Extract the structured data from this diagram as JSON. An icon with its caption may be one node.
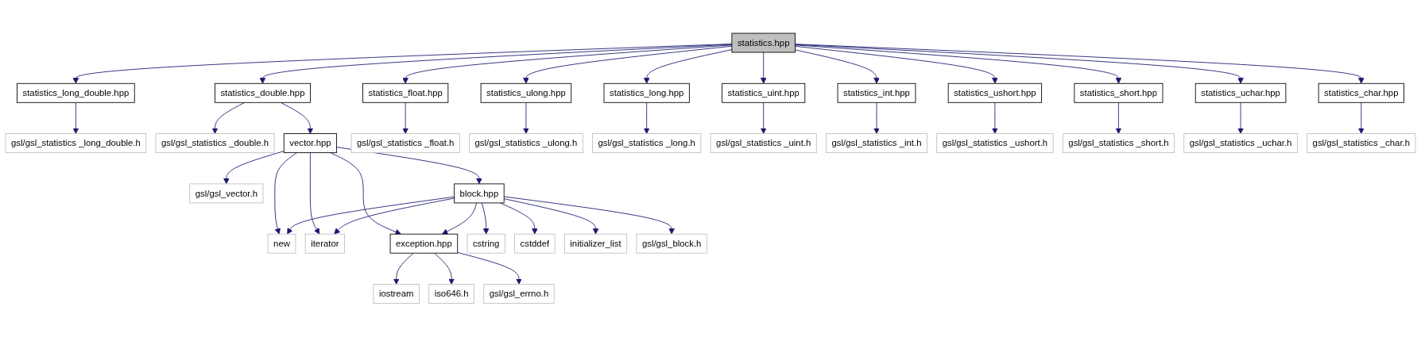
{
  "diagram": {
    "nodes": [
      {
        "text": [
          "statistics.hpp"
        ]
      },
      {
        "text": [
          "statistics_long_double.hpp"
        ]
      },
      {
        "text": [
          "statistics_double.hpp"
        ]
      },
      {
        "text": [
          "statistics_float.hpp"
        ]
      },
      {
        "text": [
          "statistics_ulong.hpp"
        ]
      },
      {
        "text": [
          "statistics_long.hpp"
        ]
      },
      {
        "text": [
          "statistics_uint.hpp"
        ]
      },
      {
        "text": [
          "statistics_int.hpp"
        ]
      },
      {
        "text": [
          "statistics_ushort.hpp"
        ]
      },
      {
        "text": [
          "statistics_short.hpp"
        ]
      },
      {
        "text": [
          "statistics_uchar.hpp"
        ]
      },
      {
        "text": [
          "statistics_char.hpp"
        ]
      },
      {
        "text": [
          "gsl/gsl_statistics _long_double.h"
        ]
      },
      {
        "text": [
          "gsl/gsl_statistics _double.h"
        ]
      },
      {
        "text": [
          "vector.hpp"
        ]
      },
      {
        "text": [
          "gsl/gsl_statistics _float.h"
        ]
      },
      {
        "text": [
          "gsl/gsl_statistics _ulong.h"
        ]
      },
      {
        "text": [
          "gsl/gsl_statistics _long.h"
        ]
      },
      {
        "text": [
          "gsl/gsl_statistics _uint.h"
        ]
      },
      {
        "text": [
          "gsl/gsl_statistics _int.h"
        ]
      },
      {
        "text": [
          "gsl/gsl_statistics _ushort.h"
        ]
      },
      {
        "text": [
          "gsl/gsl_statistics _short.h"
        ]
      },
      {
        "text": [
          "gsl/gsl_statistics _uchar.h"
        ]
      },
      {
        "text": [
          "gsl/gsl_statistics _char.h"
        ]
      },
      {
        "text": [
          "gsl/gsl_vector.h"
        ]
      },
      {
        "text": [
          "block.hpp"
        ]
      },
      {
        "text": [
          "new"
        ]
      },
      {
        "text": [
          "iterator"
        ]
      },
      {
        "text": [
          "exception.hpp"
        ]
      },
      {
        "text": [
          "cstring"
        ]
      },
      {
        "text": [
          "cstddef"
        ]
      },
      {
        "text": [
          "initializer_list"
        ]
      },
      {
        "text": [
          "gsl/gsl_block.h"
        ]
      },
      {
        "text": [
          "iostream"
        ]
      },
      {
        "text": [
          "iso646.h"
        ]
      },
      {
        "text": [
          "gsl/gsl_errno.h"
        ]
      }
    ],
    "edges": [
      {
        "from": 0,
        "to": 1,
        "arrow": "to"
      },
      {
        "from": 0,
        "to": 2,
        "arrow": "to"
      },
      {
        "from": 0,
        "to": 3,
        "arrow": "to"
      },
      {
        "from": 0,
        "to": 4,
        "arrow": "to"
      },
      {
        "from": 0,
        "to": 5,
        "arrow": "to"
      },
      {
        "from": 0,
        "to": 6,
        "arrow": "to"
      },
      {
        "from": 0,
        "to": 7,
        "arrow": "to"
      },
      {
        "from": 0,
        "to": 8,
        "arrow": "to"
      },
      {
        "from": 0,
        "to": 9,
        "arrow": "to"
      },
      {
        "from": 0,
        "to": 10,
        "arrow": "to"
      },
      {
        "from": 0,
        "to": 11,
        "arrow": "to"
      },
      {
        "from": 1,
        "to": 12,
        "arrow": "to"
      },
      {
        "from": 2,
        "to": 13,
        "arrow": "to"
      },
      {
        "from": 2,
        "to": 14,
        "arrow": "to"
      },
      {
        "from": 3,
        "to": 15,
        "arrow": "to"
      },
      {
        "from": 4,
        "to": 16,
        "arrow": "to"
      },
      {
        "from": 5,
        "to": 17,
        "arrow": "to"
      },
      {
        "from": 6,
        "to": 18,
        "arrow": "to"
      },
      {
        "from": 7,
        "to": 19,
        "arrow": "to"
      },
      {
        "from": 8,
        "to": 20,
        "arrow": "to"
      },
      {
        "from": 9,
        "to": 21,
        "arrow": "to"
      },
      {
        "from": 10,
        "to": 22,
        "arrow": "to"
      },
      {
        "from": 11,
        "to": 23,
        "arrow": "to"
      },
      {
        "from": 14,
        "to": 24,
        "arrow": "to"
      },
      {
        "from": 14,
        "to": 26,
        "arrow": "to"
      },
      {
        "from": 14,
        "to": 27,
        "arrow": "to"
      },
      {
        "from": 14,
        "to": 28,
        "arrow": "to"
      },
      {
        "from": 14,
        "to": 25,
        "arrow": "to"
      },
      {
        "from": 25,
        "to": 26,
        "arrow": "to"
      },
      {
        "from": 25,
        "to": 27,
        "arrow": "to"
      },
      {
        "from": 25,
        "to": 28,
        "arrow": "to"
      },
      {
        "from": 25,
        "to": 29,
        "arrow": "to"
      },
      {
        "from": 25,
        "to": 30,
        "arrow": "to"
      },
      {
        "from": 25,
        "to": 31,
        "arrow": "to"
      },
      {
        "from": 25,
        "to": 32,
        "arrow": "to"
      },
      {
        "from": 28,
        "to": 33,
        "arrow": "to"
      },
      {
        "from": 28,
        "to": 34,
        "arrow": "to"
      },
      {
        "from": 28,
        "to": 35,
        "arrow": "to"
      }
    ]
  }
}
